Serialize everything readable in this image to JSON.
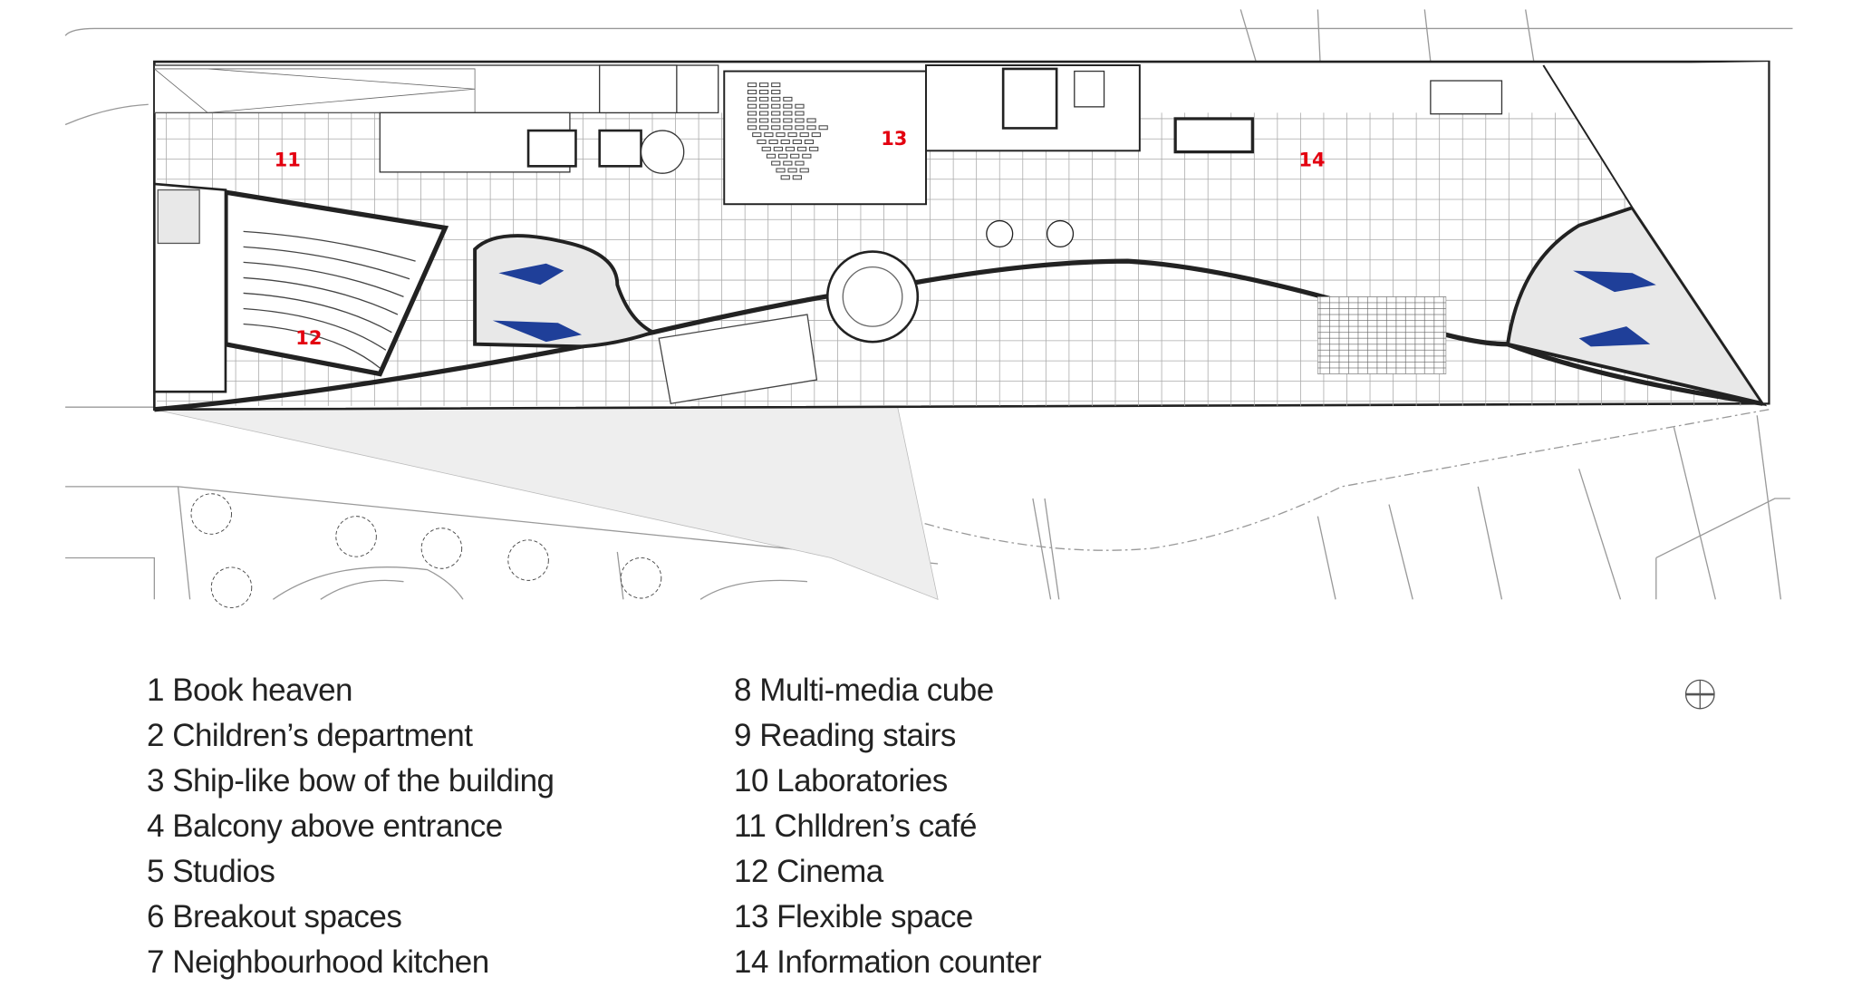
{
  "plan": {
    "room_labels": [
      {
        "number": "11"
      },
      {
        "number": "12"
      },
      {
        "number": "13"
      },
      {
        "number": "14"
      }
    ],
    "colors": {
      "room_label": "#e3000f",
      "accent_blue": "#1f3f99",
      "line": "#222222",
      "shade": "#eeeeee"
    },
    "icons": [
      "north-arrow-icon"
    ]
  },
  "legend": {
    "column1": [
      "1 Book heaven",
      "2 Children’s department",
      "3 Ship-like bow of the building",
      "4 Balcony above entrance",
      "5 Studios",
      "6 Breakout spaces",
      "7 Neighbourhood kitchen"
    ],
    "column2": [
      "8 Multi-media cube",
      "9 Reading stairs",
      "10 Laboratories",
      "11 Chlldren’s café",
      "12 Cinema",
      "13 Flexible space",
      "14 Information counter"
    ]
  }
}
